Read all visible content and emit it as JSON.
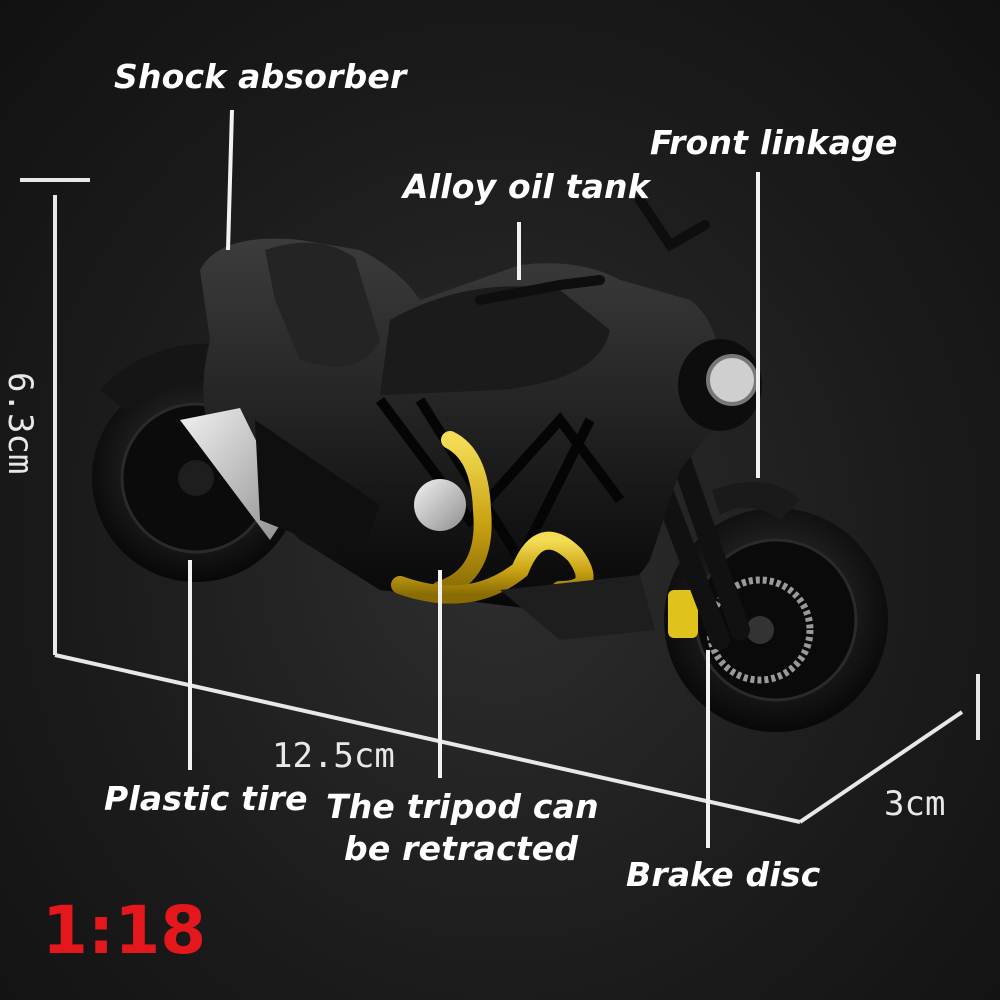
{
  "labels": {
    "shock_absorber": "Shock absorber",
    "front_linkage": "Front linkage",
    "alloy_oil_tank": "Alloy oil tank",
    "plastic_tire": "Plastic tire",
    "tripod_line1": "The tripod can",
    "tripod_line2": "be retracted",
    "brake_disc": "Brake disc"
  },
  "dimensions": {
    "height": "6.3cm",
    "length": "12.5cm",
    "width": "3cm"
  },
  "scale": "1:18",
  "colors": {
    "background": "#1c1c1c",
    "label_text": "#ffffff",
    "scale_text": "#e4171c",
    "exhaust_gold": "#d4b21c",
    "body_black": "#111111"
  }
}
